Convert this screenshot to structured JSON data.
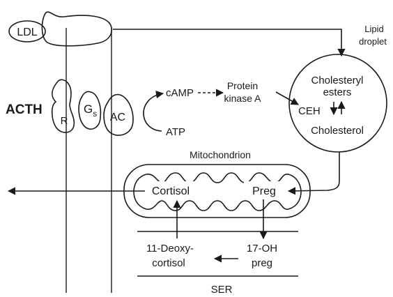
{
  "labels": {
    "ldl": "LDL",
    "acth": "ACTH",
    "r": "R",
    "gs_main": "G",
    "gs_sub": "s",
    "ac": "AC",
    "camp": "cAMP",
    "protein_kinase_line1": "Protein",
    "protein_kinase_line2": "kinase A",
    "atp": "ATP",
    "lipid_droplet_line1": "Lipid",
    "lipid_droplet_line2": "droplet",
    "cholesteryl_esters_line1": "Cholesteryl",
    "cholesteryl_esters_line2": "esters",
    "ceh": "CEH",
    "cholesterol": "Cholesterol",
    "mitochondrion": "Mitochondrion",
    "cortisol": "Cortisol",
    "preg": "Preg",
    "deoxycortisol_line1": "11-Deoxy-",
    "deoxycortisol_line2": "cortisol",
    "oh_preg_line1": "17-OH",
    "oh_preg_line2": "preg",
    "ser": "SER"
  }
}
